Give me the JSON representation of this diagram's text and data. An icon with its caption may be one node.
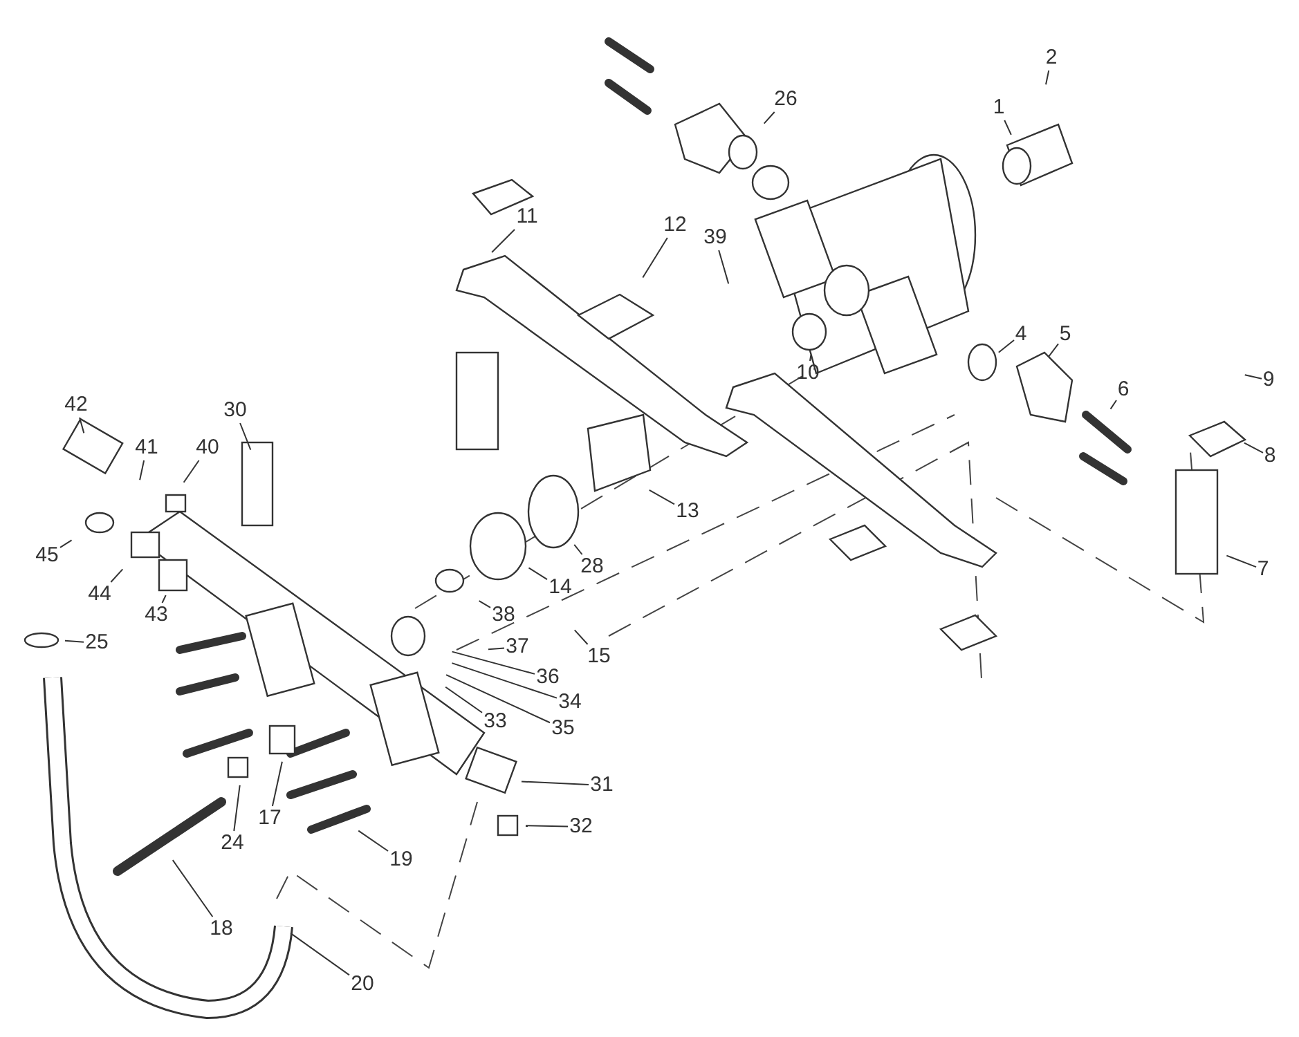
{
  "diagram": {
    "nodes": [
      {
        "text": [
          "2"
        ]
      },
      {
        "text": [
          "26"
        ]
      },
      {
        "text": [
          "1"
        ]
      },
      {
        "text": [
          "11"
        ]
      },
      {
        "text": [
          "12"
        ]
      },
      {
        "text": [
          "39"
        ]
      },
      {
        "text": [
          "4"
        ]
      },
      {
        "text": [
          "5"
        ]
      },
      {
        "text": [
          "10"
        ]
      },
      {
        "text": [
          "9"
        ]
      },
      {
        "text": [
          "6"
        ]
      },
      {
        "text": [
          "42"
        ]
      },
      {
        "text": [
          "30"
        ]
      },
      {
        "text": [
          "41"
        ]
      },
      {
        "text": [
          "8"
        ]
      },
      {
        "text": [
          "40"
        ]
      },
      {
        "text": [
          "13"
        ]
      },
      {
        "text": [
          "45"
        ]
      },
      {
        "text": [
          "28"
        ]
      },
      {
        "text": [
          "7"
        ]
      },
      {
        "text": [
          "44"
        ]
      },
      {
        "text": [
          "14"
        ]
      },
      {
        "text": [
          "38"
        ]
      },
      {
        "text": [
          "43"
        ]
      },
      {
        "text": [
          "37"
        ]
      },
      {
        "text": [
          "25"
        ]
      },
      {
        "text": [
          "15"
        ]
      },
      {
        "text": [
          "36"
        ]
      },
      {
        "text": [
          "34"
        ]
      },
      {
        "text": [
          "33"
        ]
      },
      {
        "text": [
          "35"
        ]
      },
      {
        "text": [
          "31"
        ]
      },
      {
        "text": [
          "17"
        ]
      },
      {
        "text": [
          "32"
        ]
      },
      {
        "text": [
          "24"
        ]
      },
      {
        "text": [
          "19"
        ]
      },
      {
        "text": [
          "18"
        ]
      },
      {
        "text": [
          "20"
        ]
      }
    ],
    "edges": [
      {
        "from": 0,
        "to": null,
        "arrow": "none"
      },
      {
        "from": 1,
        "to": null,
        "arrow": "none"
      },
      {
        "from": 2,
        "to": null,
        "arrow": "none"
      },
      {
        "from": 3,
        "to": null,
        "arrow": "none"
      },
      {
        "from": 4,
        "to": null,
        "arrow": "none"
      },
      {
        "from": 5,
        "to": null,
        "arrow": "none"
      },
      {
        "from": 6,
        "to": null,
        "arrow": "none"
      },
      {
        "from": 7,
        "to": null,
        "arrow": "none"
      },
      {
        "from": 8,
        "to": null,
        "arrow": "none"
      },
      {
        "from": 9,
        "to": null,
        "arrow": "none"
      },
      {
        "from": 10,
        "to": null,
        "arrow": "none"
      },
      {
        "from": 11,
        "to": null,
        "arrow": "none"
      },
      {
        "from": 12,
        "to": null,
        "arrow": "none"
      },
      {
        "from": 13,
        "to": null,
        "arrow": "none"
      },
      {
        "from": 14,
        "to": null,
        "arrow": "none"
      },
      {
        "from": 15,
        "to": null,
        "arrow": "none"
      },
      {
        "from": 16,
        "to": null,
        "arrow": "none"
      },
      {
        "from": 17,
        "to": null,
        "arrow": "none"
      },
      {
        "from": 18,
        "to": null,
        "arrow": "none"
      },
      {
        "from": 19,
        "to": null,
        "arrow": "none"
      },
      {
        "from": 20,
        "to": null,
        "arrow": "none"
      },
      {
        "from": 21,
        "to": null,
        "arrow": "none"
      },
      {
        "from": 22,
        "to": null,
        "arrow": "none"
      },
      {
        "from": 23,
        "to": null,
        "arrow": "none"
      },
      {
        "from": 24,
        "to": null,
        "arrow": "none"
      },
      {
        "from": 25,
        "to": null,
        "arrow": "none"
      },
      {
        "from": 26,
        "to": null,
        "arrow": "none"
      },
      {
        "from": 27,
        "to": null,
        "arrow": "none"
      },
      {
        "from": 28,
        "to": null,
        "arrow": "none"
      },
      {
        "from": 29,
        "to": null,
        "arrow": "none"
      },
      {
        "from": 30,
        "to": null,
        "arrow": "none"
      },
      {
        "from": 31,
        "to": null,
        "arrow": "none"
      },
      {
        "from": 32,
        "to": null,
        "arrow": "none"
      },
      {
        "from": 33,
        "to": null,
        "arrow": "none"
      },
      {
        "from": 34,
        "to": null,
        "arrow": "none"
      },
      {
        "from": 35,
        "to": null,
        "arrow": "none"
      },
      {
        "from": 36,
        "to": null,
        "arrow": "none"
      },
      {
        "from": 37,
        "to": null,
        "arrow": "none"
      }
    ]
  }
}
